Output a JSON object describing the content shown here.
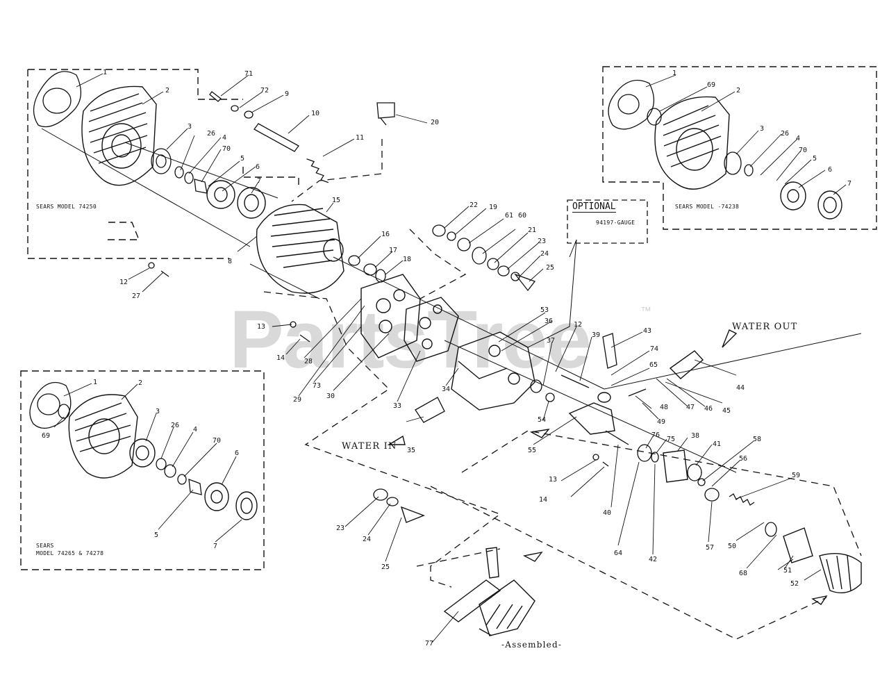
{
  "diagram": {
    "watermark": "PartsTree",
    "watermark_mark": "™",
    "optional_box": {
      "title": "OPTIONAL",
      "part": "94197-GAUGE"
    },
    "flow_labels": {
      "water_in": "WATER IN",
      "water_out": "WATER OUT",
      "assembled": "-Assembled-"
    },
    "model_captions": {
      "model_74250": "SEARS MODEL 74250",
      "model_74238": "SEARS MODEL -74238",
      "model_74265_line1": "SEARS",
      "model_74265_line2": "MODEL 74265 & 74278"
    },
    "callouts": [
      {
        "id": "c1",
        "text": "1"
      },
      {
        "id": "c2",
        "text": "2"
      },
      {
        "id": "c3",
        "text": "3"
      },
      {
        "id": "c26",
        "text": "26"
      },
      {
        "id": "c4",
        "text": "4"
      },
      {
        "id": "c70",
        "text": "70"
      },
      {
        "id": "c5",
        "text": "5"
      },
      {
        "id": "c6",
        "text": "6"
      },
      {
        "id": "c7",
        "text": "7"
      },
      {
        "id": "c8",
        "text": "8"
      },
      {
        "id": "c12",
        "text": "12"
      },
      {
        "id": "c27",
        "text": "27"
      },
      {
        "id": "c71",
        "text": "71"
      },
      {
        "id": "c72",
        "text": "72"
      },
      {
        "id": "c9",
        "text": "9"
      },
      {
        "id": "c10",
        "text": "10"
      },
      {
        "id": "c11",
        "text": "11"
      },
      {
        "id": "c20",
        "text": "20"
      },
      {
        "id": "c15",
        "text": "15"
      },
      {
        "id": "c16",
        "text": "16"
      },
      {
        "id": "c17",
        "text": "17"
      },
      {
        "id": "c18",
        "text": "18"
      },
      {
        "id": "c22",
        "text": "22"
      },
      {
        "id": "c19",
        "text": "19"
      },
      {
        "id": "c61",
        "text": "61"
      },
      {
        "id": "c60",
        "text": "60"
      },
      {
        "id": "c21",
        "text": "21"
      },
      {
        "id": "c23",
        "text": "23"
      },
      {
        "id": "c24",
        "text": "24"
      },
      {
        "id": "c25",
        "text": "25"
      },
      {
        "id": "c13",
        "text": "13"
      },
      {
        "id": "c14",
        "text": "14"
      },
      {
        "id": "c28",
        "text": "28"
      },
      {
        "id": "c73",
        "text": "73"
      },
      {
        "id": "c29",
        "text": "29"
      },
      {
        "id": "c30",
        "text": "30"
      },
      {
        "id": "c33",
        "text": "33"
      },
      {
        "id": "c34",
        "text": "34"
      },
      {
        "id": "c35",
        "text": "35"
      },
      {
        "id": "c53",
        "text": "53"
      },
      {
        "id": "c36",
        "text": "36"
      },
      {
        "id": "c37",
        "text": "37"
      },
      {
        "id": "c12b",
        "text": "12"
      },
      {
        "id": "c39",
        "text": "39"
      },
      {
        "id": "c43",
        "text": "43"
      },
      {
        "id": "c74",
        "text": "74"
      },
      {
        "id": "c65",
        "text": "65"
      },
      {
        "id": "c44",
        "text": "44"
      },
      {
        "id": "c47",
        "text": "47"
      },
      {
        "id": "c46",
        "text": "46"
      },
      {
        "id": "c45",
        "text": "45"
      },
      {
        "id": "c48",
        "text": "48"
      },
      {
        "id": "c49",
        "text": "49"
      },
      {
        "id": "c54",
        "text": "54"
      },
      {
        "id": "c55",
        "text": "55"
      },
      {
        "id": "c76",
        "text": "76"
      },
      {
        "id": "c75",
        "text": "75"
      },
      {
        "id": "c38",
        "text": "38"
      },
      {
        "id": "c41",
        "text": "41"
      },
      {
        "id": "c58",
        "text": "58"
      },
      {
        "id": "c56",
        "text": "56"
      },
      {
        "id": "c59",
        "text": "59"
      },
      {
        "id": "c13b",
        "text": "13"
      },
      {
        "id": "c14b",
        "text": "14"
      },
      {
        "id": "c40",
        "text": "40"
      },
      {
        "id": "c64",
        "text": "64"
      },
      {
        "id": "c42",
        "text": "42"
      },
      {
        "id": "c57",
        "text": "57"
      },
      {
        "id": "c50",
        "text": "50"
      },
      {
        "id": "c68",
        "text": "68"
      },
      {
        "id": "c51",
        "text": "51"
      },
      {
        "id": "c52",
        "text": "52"
      },
      {
        "id": "c23b",
        "text": "23"
      },
      {
        "id": "c24b",
        "text": "24"
      },
      {
        "id": "c25b",
        "text": "25"
      },
      {
        "id": "c77",
        "text": "77"
      },
      {
        "id": "r1",
        "text": "1"
      },
      {
        "id": "r69",
        "text": "69"
      },
      {
        "id": "r2",
        "text": "2"
      },
      {
        "id": "r3",
        "text": "3"
      },
      {
        "id": "r26",
        "text": "26"
      },
      {
        "id": "r4",
        "text": "4"
      },
      {
        "id": "r70",
        "text": "70"
      },
      {
        "id": "r5",
        "text": "5"
      },
      {
        "id": "r6",
        "text": "6"
      },
      {
        "id": "r7",
        "text": "7"
      },
      {
        "id": "l1",
        "text": "1"
      },
      {
        "id": "l2",
        "text": "2"
      },
      {
        "id": "l69",
        "text": "69"
      },
      {
        "id": "l3",
        "text": "3"
      },
      {
        "id": "l26",
        "text": "26"
      },
      {
        "id": "l4",
        "text": "4"
      },
      {
        "id": "l70",
        "text": "70"
      },
      {
        "id": "l6",
        "text": "6"
      },
      {
        "id": "l5",
        "text": "5"
      },
      {
        "id": "l7",
        "text": "7"
      }
    ]
  }
}
